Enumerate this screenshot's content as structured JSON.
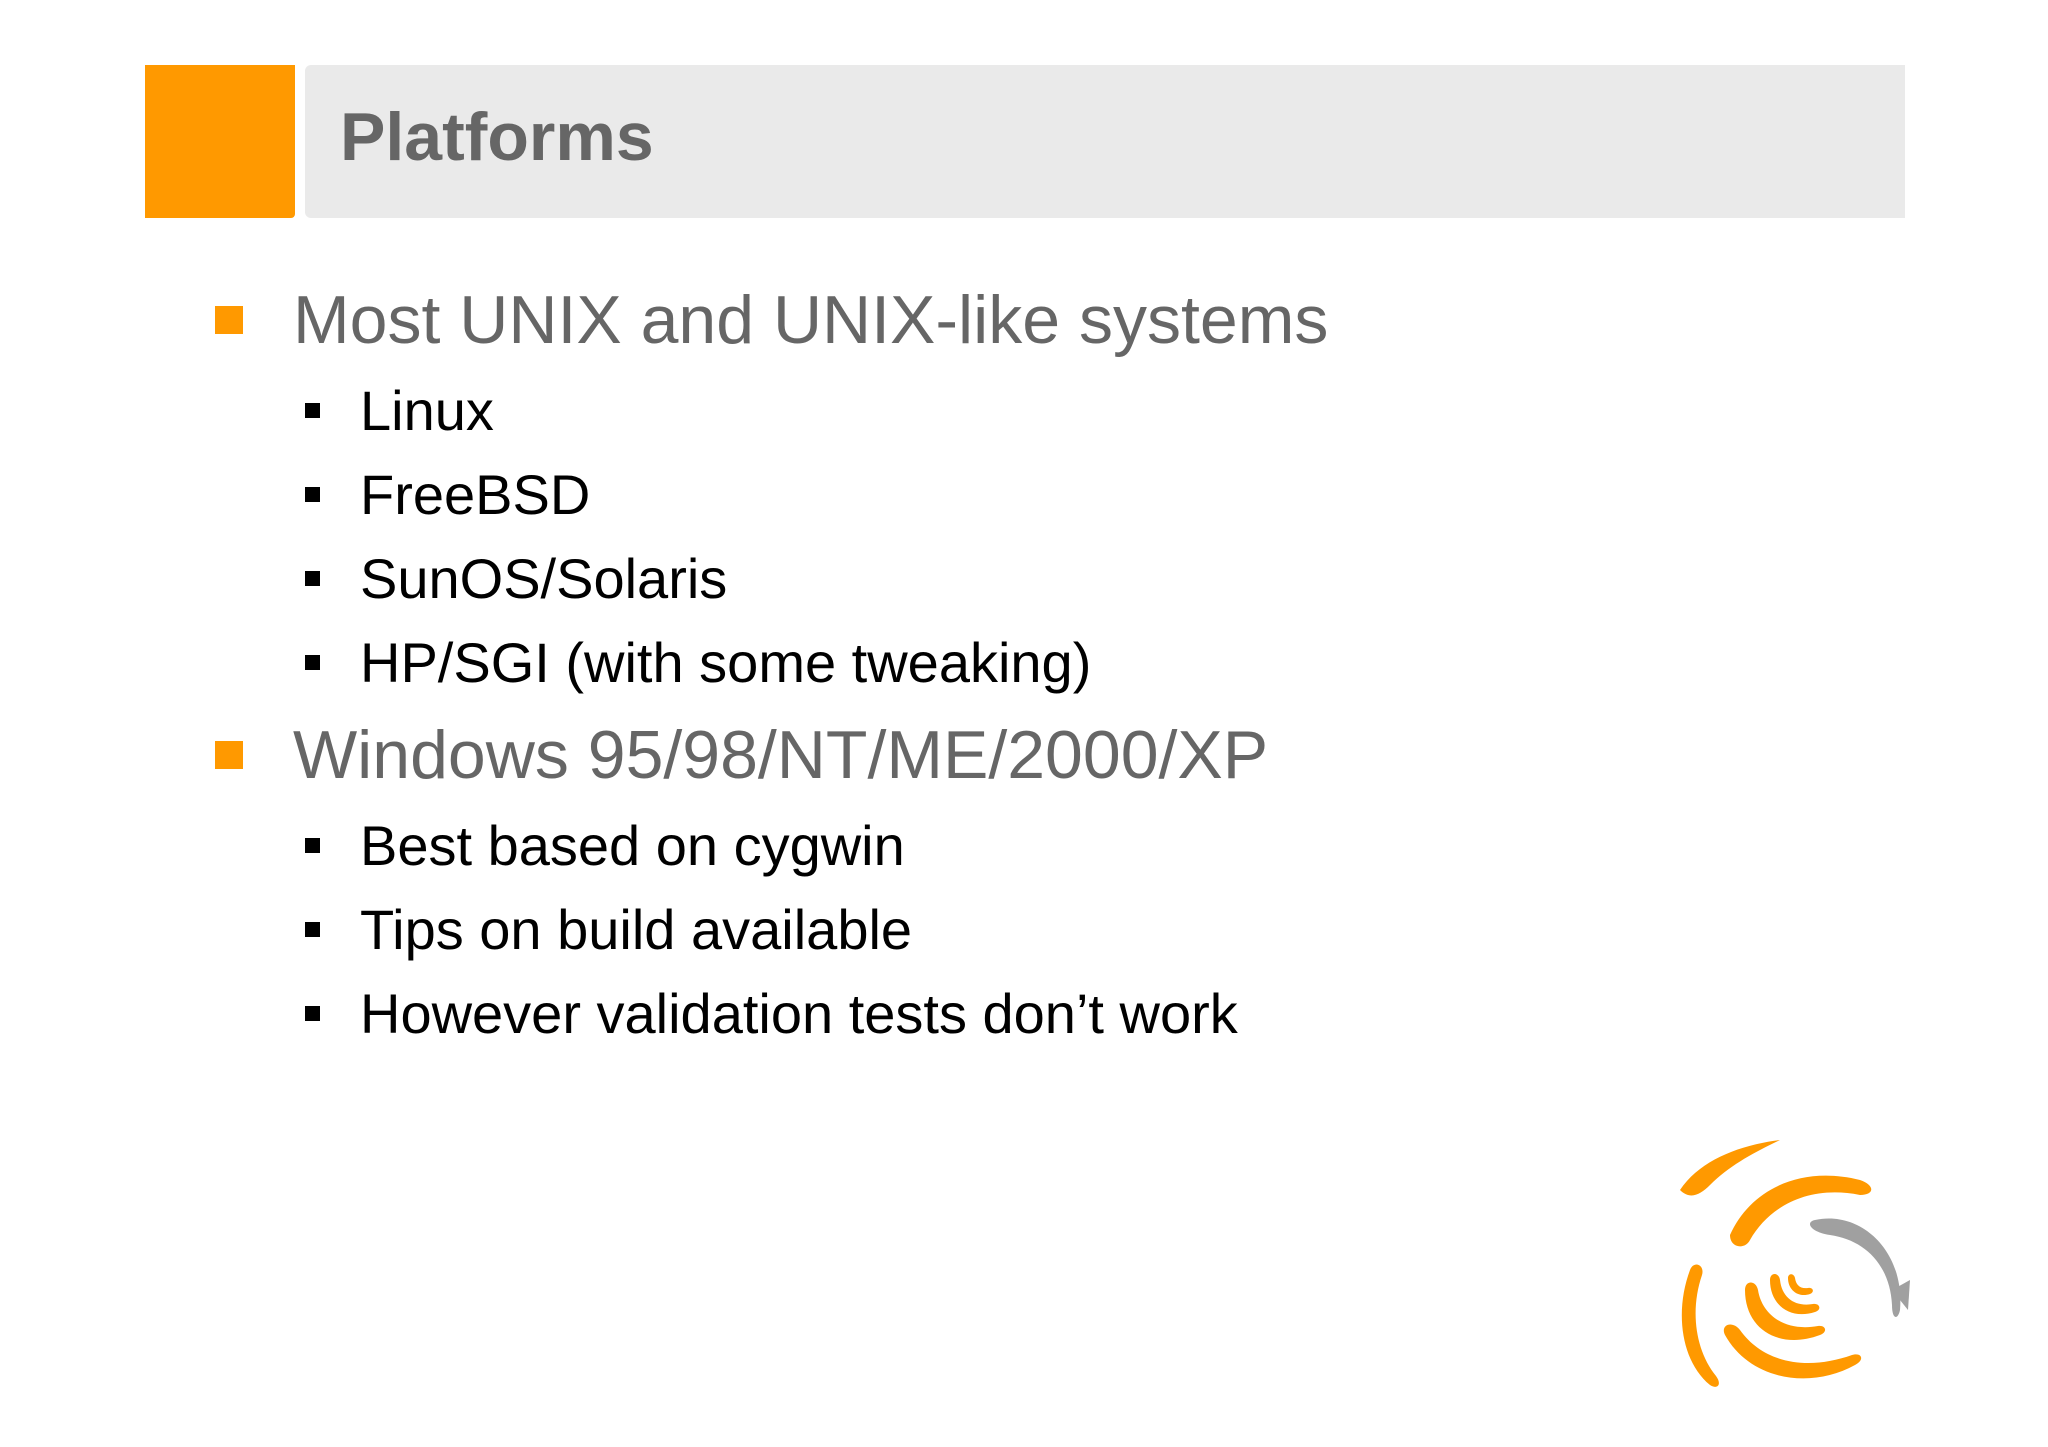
{
  "slide": {
    "title": "Platforms",
    "bullets": [
      {
        "text": "Most UNIX and UNIX-like systems",
        "sub": [
          "Linux",
          "FreeBSD",
          "SunOS/Solaris",
          "HP/SGI (with some tweaking)"
        ]
      },
      {
        "text": "Windows 95/98/NT/ME/2000/XP",
        "sub": [
          "Best based on cygwin",
          "Tips on build available",
          "However validation tests don’t work"
        ]
      }
    ]
  },
  "colors": {
    "accent": "#FF9900",
    "title_bar": "#EAEAEA",
    "title_text": "#666666",
    "level1_text": "#666666",
    "level2_text": "#000000",
    "logo_gray": "#A0A0A0"
  },
  "icons": {
    "logo": "swirl-logo-icon",
    "level1_bullet": "square-bullet-icon",
    "level2_bullet": "small-square-bullet-icon"
  }
}
